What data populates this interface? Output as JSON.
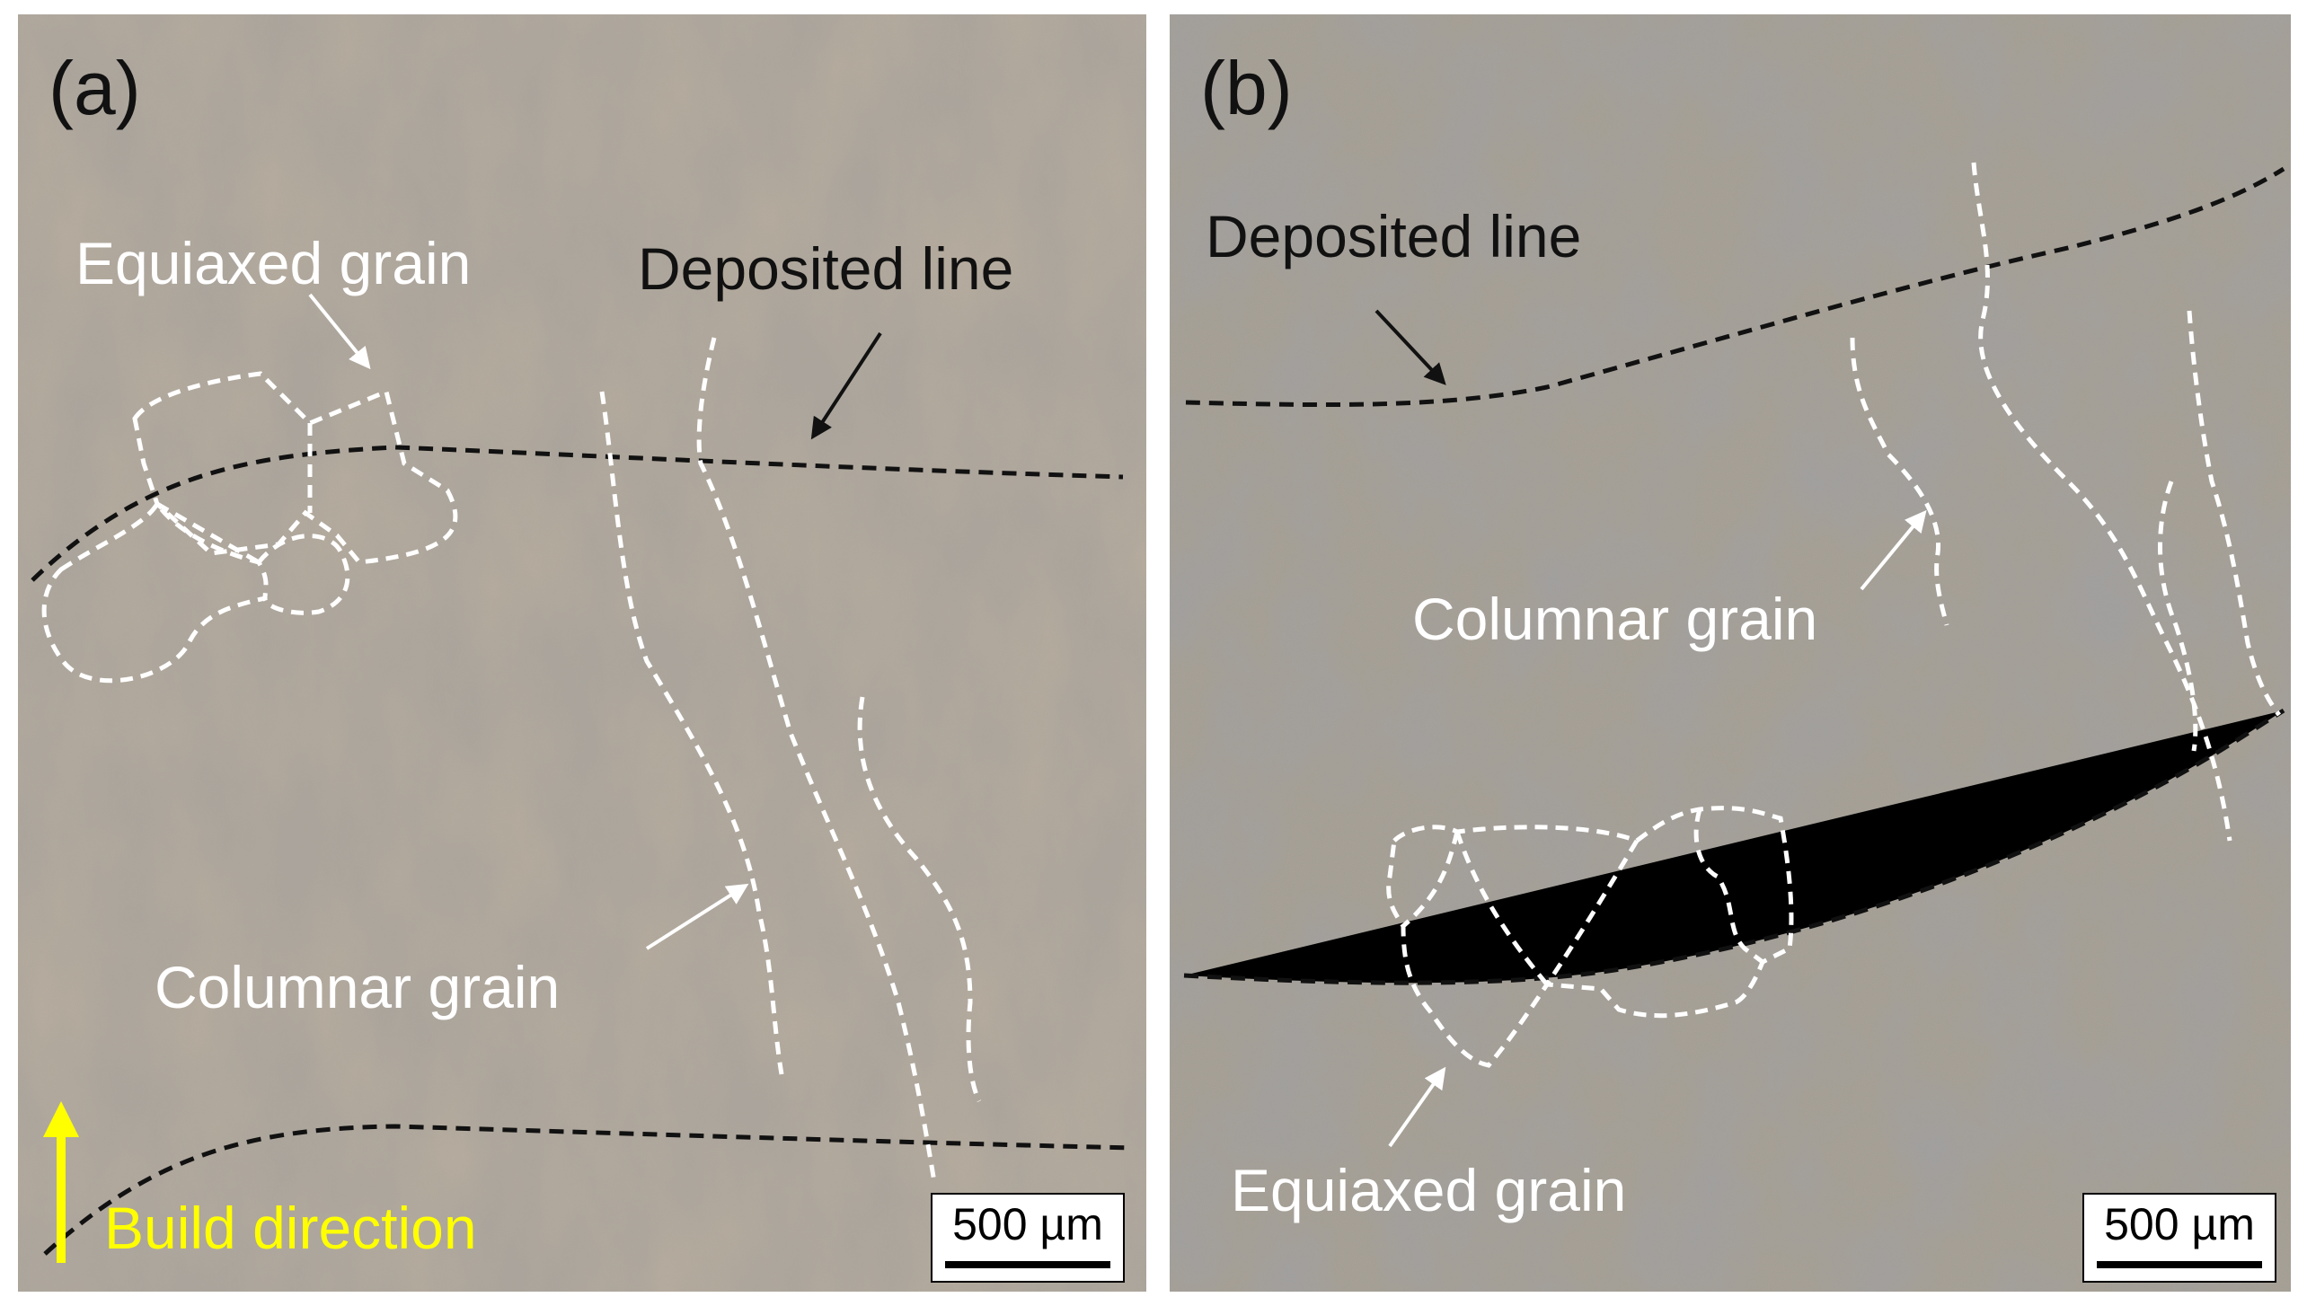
{
  "panels": [
    {
      "label": "(a)",
      "annotations": {
        "equiaxed": "Equiaxed grain",
        "deposited": "Deposited line",
        "columnar": "Columnar grain",
        "build": "Build direction"
      },
      "scale_bar": "500 µm"
    },
    {
      "label": "(b)",
      "annotations": {
        "deposited": "Deposited line",
        "columnar": "Columnar grain",
        "equiaxed": "Equiaxed grain"
      },
      "scale_bar": "500 µm"
    }
  ],
  "colors": {
    "annotation_white": "#ffffff",
    "deposited_line": "#111111",
    "build_direction": "#ffff00",
    "background_a": "#aaa59d",
    "background_b": "#a9a293"
  }
}
